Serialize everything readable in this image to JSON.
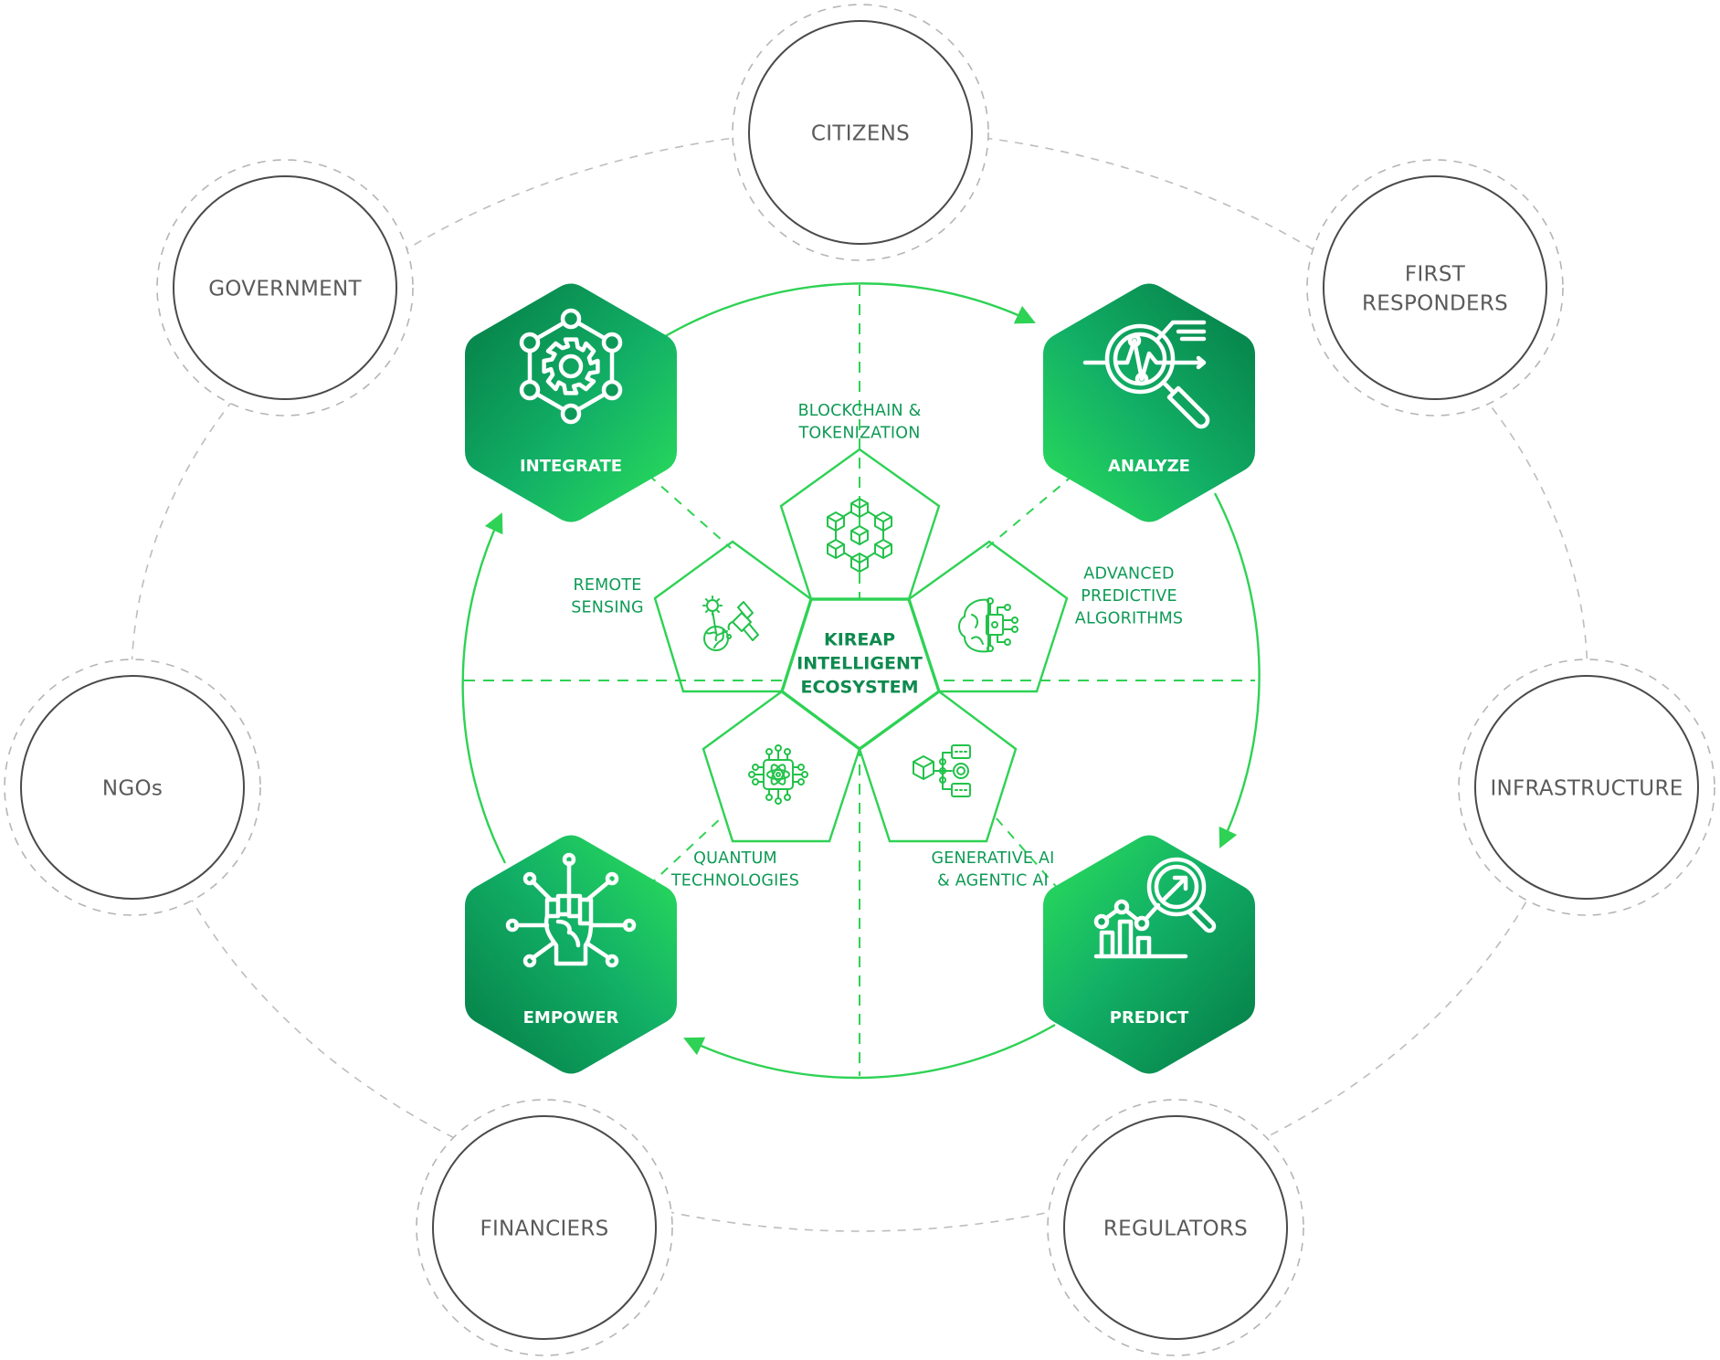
{
  "title": "Kireap Intelligent Ecosystem",
  "colors": {
    "accent_line": "#2ed254",
    "accent_text": "#0e9a55",
    "hex_dark": "#047a45",
    "hex_mid": "#12b066",
    "hex_light": "#27d95a",
    "stakeholder_stroke": "#4a4a4a",
    "stakeholder_text": "#5a5a5a",
    "dashed_gray": "#b5b5b5"
  },
  "core": {
    "lines": [
      "KIREAP",
      "INTELLIGENT",
      "ECOSYSTEM"
    ]
  },
  "stages": [
    {
      "id": "integrate",
      "label": "INTEGRATE",
      "icon": "network-gear-icon"
    },
    {
      "id": "analyze",
      "label": "ANALYZE",
      "icon": "magnifier-analytics-icon"
    },
    {
      "id": "predict",
      "label": "PREDICT",
      "icon": "chart-magnifier-icon"
    },
    {
      "id": "empower",
      "label": "EMPOWER",
      "icon": "raised-fist-network-icon"
    }
  ],
  "cycle_direction": "clockwise",
  "technologies": [
    {
      "id": "blockchain",
      "lines": [
        "BLOCKCHAIN &",
        "TOKENIZATION"
      ],
      "icon": "blockchain-cubes-icon"
    },
    {
      "id": "algorithms",
      "lines": [
        "ADVANCED",
        "PREDICTIVE",
        "ALGORITHMS"
      ],
      "icon": "ai-brain-chip-icon"
    },
    {
      "id": "genai",
      "lines": [
        "GENERATIVE AI",
        "& AGENTIC AI"
      ],
      "icon": "ai-workflow-icon"
    },
    {
      "id": "quantum",
      "lines": [
        "QUANTUM",
        "TECHNOLOGIES"
      ],
      "icon": "quantum-chip-icon"
    },
    {
      "id": "remote",
      "lines": [
        "REMOTE",
        "SENSING"
      ],
      "icon": "satellite-earth-icon"
    }
  ],
  "stakeholders": [
    {
      "id": "citizens",
      "lines": [
        "CITIZENS"
      ]
    },
    {
      "id": "first-responders",
      "lines": [
        "FIRST",
        "RESPONDERS"
      ]
    },
    {
      "id": "infrastructure",
      "lines": [
        "INFRASTRUCTURE"
      ]
    },
    {
      "id": "regulators",
      "lines": [
        "REGULATORS"
      ]
    },
    {
      "id": "financiers",
      "lines": [
        "FINANCIERS"
      ]
    },
    {
      "id": "ngos",
      "lines": [
        "NGOs"
      ]
    },
    {
      "id": "government",
      "lines": [
        "GOVERNMENT"
      ]
    }
  ]
}
